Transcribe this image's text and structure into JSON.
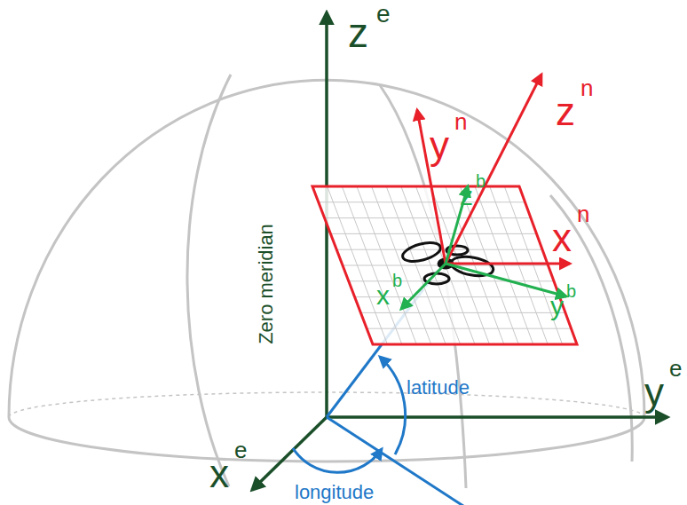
{
  "diagram": {
    "labels": [
      "z",
      "e",
      "y",
      "n",
      "z",
      "n",
      "x",
      "n",
      "z",
      "b",
      "y",
      "b",
      "x",
      "b",
      "y",
      "e",
      "x",
      "e",
      "Zero meridian",
      "latitude",
      "longitude"
    ]
  }
}
